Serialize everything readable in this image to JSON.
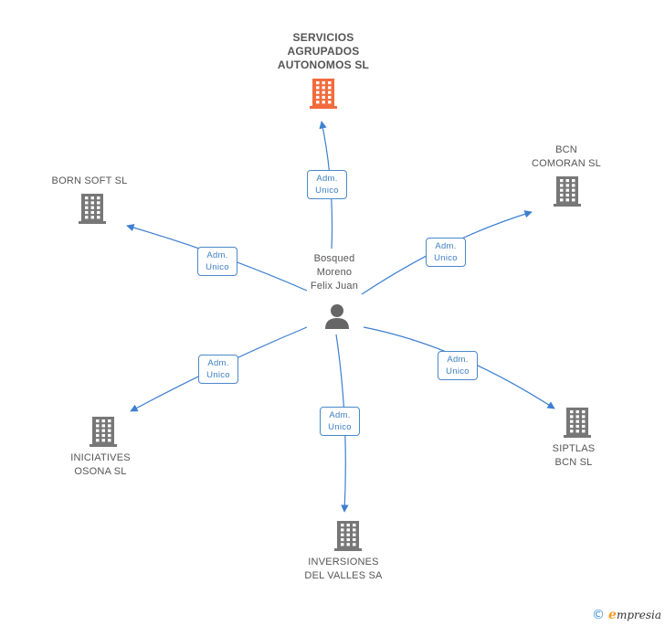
{
  "colors": {
    "edge": "#3d7fd1",
    "building": "#777777",
    "building_main": "#f26b3c",
    "person": "#666666"
  },
  "center": {
    "name": "Bosqued\nMoreno\nFelix Juan",
    "icon": "person-icon"
  },
  "companies": [
    {
      "id": "servicios",
      "name": "SERVICIOS\nAGRUPADOS\nAUTONOMOS SL",
      "main": true,
      "icon": "building-icon"
    },
    {
      "id": "bcn-comoran",
      "name": "BCN\nCOMORAN SL",
      "main": false,
      "icon": "building-icon"
    },
    {
      "id": "born-soft",
      "name": "BORN SOFT SL",
      "main": false,
      "icon": "building-icon"
    },
    {
      "id": "iniciatives",
      "name": "INICIATIVES\nOSONA SL",
      "main": false,
      "icon": "building-icon"
    },
    {
      "id": "inversiones",
      "name": "INVERSIONES\nDEL VALLES SA",
      "main": false,
      "icon": "building-icon"
    },
    {
      "id": "siptlas",
      "name": "SIPTLAS\nBCN SL",
      "main": false,
      "icon": "building-icon"
    }
  ],
  "relations": [
    {
      "to": "servicios",
      "label": "Adm.\nUnico"
    },
    {
      "to": "bcn-comoran",
      "label": "Adm.\nUnico"
    },
    {
      "to": "born-soft",
      "label": "Adm.\nUnico"
    },
    {
      "to": "iniciatives",
      "label": "Adm.\nUnico"
    },
    {
      "to": "inversiones",
      "label": "Adm.\nUnico"
    },
    {
      "to": "siptlas",
      "label": "Adm.\nUnico"
    }
  ],
  "footer": {
    "copyright": "©",
    "brand_initial": "e",
    "brand_rest": "mpresia"
  }
}
